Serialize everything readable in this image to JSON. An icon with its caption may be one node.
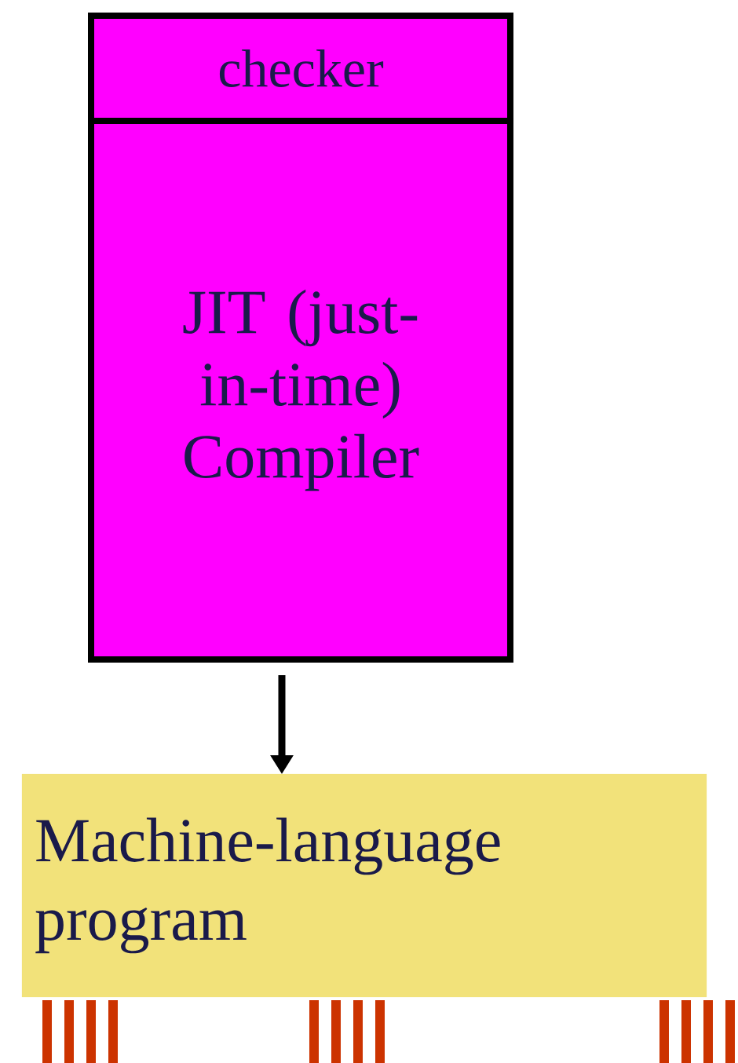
{
  "diagram": {
    "nodes": [
      {
        "text": [
          "checker"
        ]
      },
      {
        "text": [
          "JIT (just-in-time) Compiler"
        ]
      },
      {
        "text": [
          "Machine-language program"
        ]
      }
    ],
    "edges": [
      {
        "from": 1,
        "to": 2,
        "arrow": "to"
      }
    ]
  }
}
